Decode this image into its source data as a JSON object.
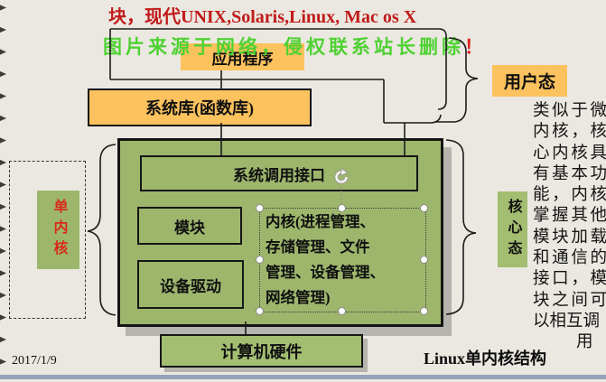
{
  "title": "块，现代UNIX,Solaris,Linux, Mac os X",
  "watermark": {
    "text": "图片来源于网络，侵权联系站长删除",
    "bang": "！"
  },
  "boxes": {
    "app": "应用程序",
    "syslib": "系统库(函数库)",
    "syscall": "系统调用接口",
    "module": "模块",
    "driver": "设备驱动",
    "hardware": "计算机硬件",
    "user_mode": "用户态",
    "kernel_mode": "核心态",
    "mono_kernel": "单内核"
  },
  "kernel_box": {
    "lines": [
      "内核(进程管理、",
      "存储管理、文件",
      "管理、设备管理、",
      "网络管理)"
    ]
  },
  "side_note": {
    "main": "类似于微内核，核心内核具有基本功能，内核掌握其他模块加载和通信的接口，模块之间可以相互调",
    "tail": "用"
  },
  "footer": {
    "date": "2017/1/9",
    "caption": "Linux单内核结构"
  },
  "colors": {
    "background": "#ebe8e1",
    "orange_box": "#fcc25d",
    "green_box": "#9db66c",
    "title_red": "#c11a1a",
    "mono_kernel_red": "#d92b1a",
    "watermark_green": "#4fd133",
    "bottom_bar_blue": "#93a2b7",
    "shadow_gray": "#b5b4ae"
  },
  "icons": {
    "rotate_handle": "rotate-icon",
    "selection_handle": "resize-handle",
    "edge_decoration": "arrow-bullet-icon"
  }
}
